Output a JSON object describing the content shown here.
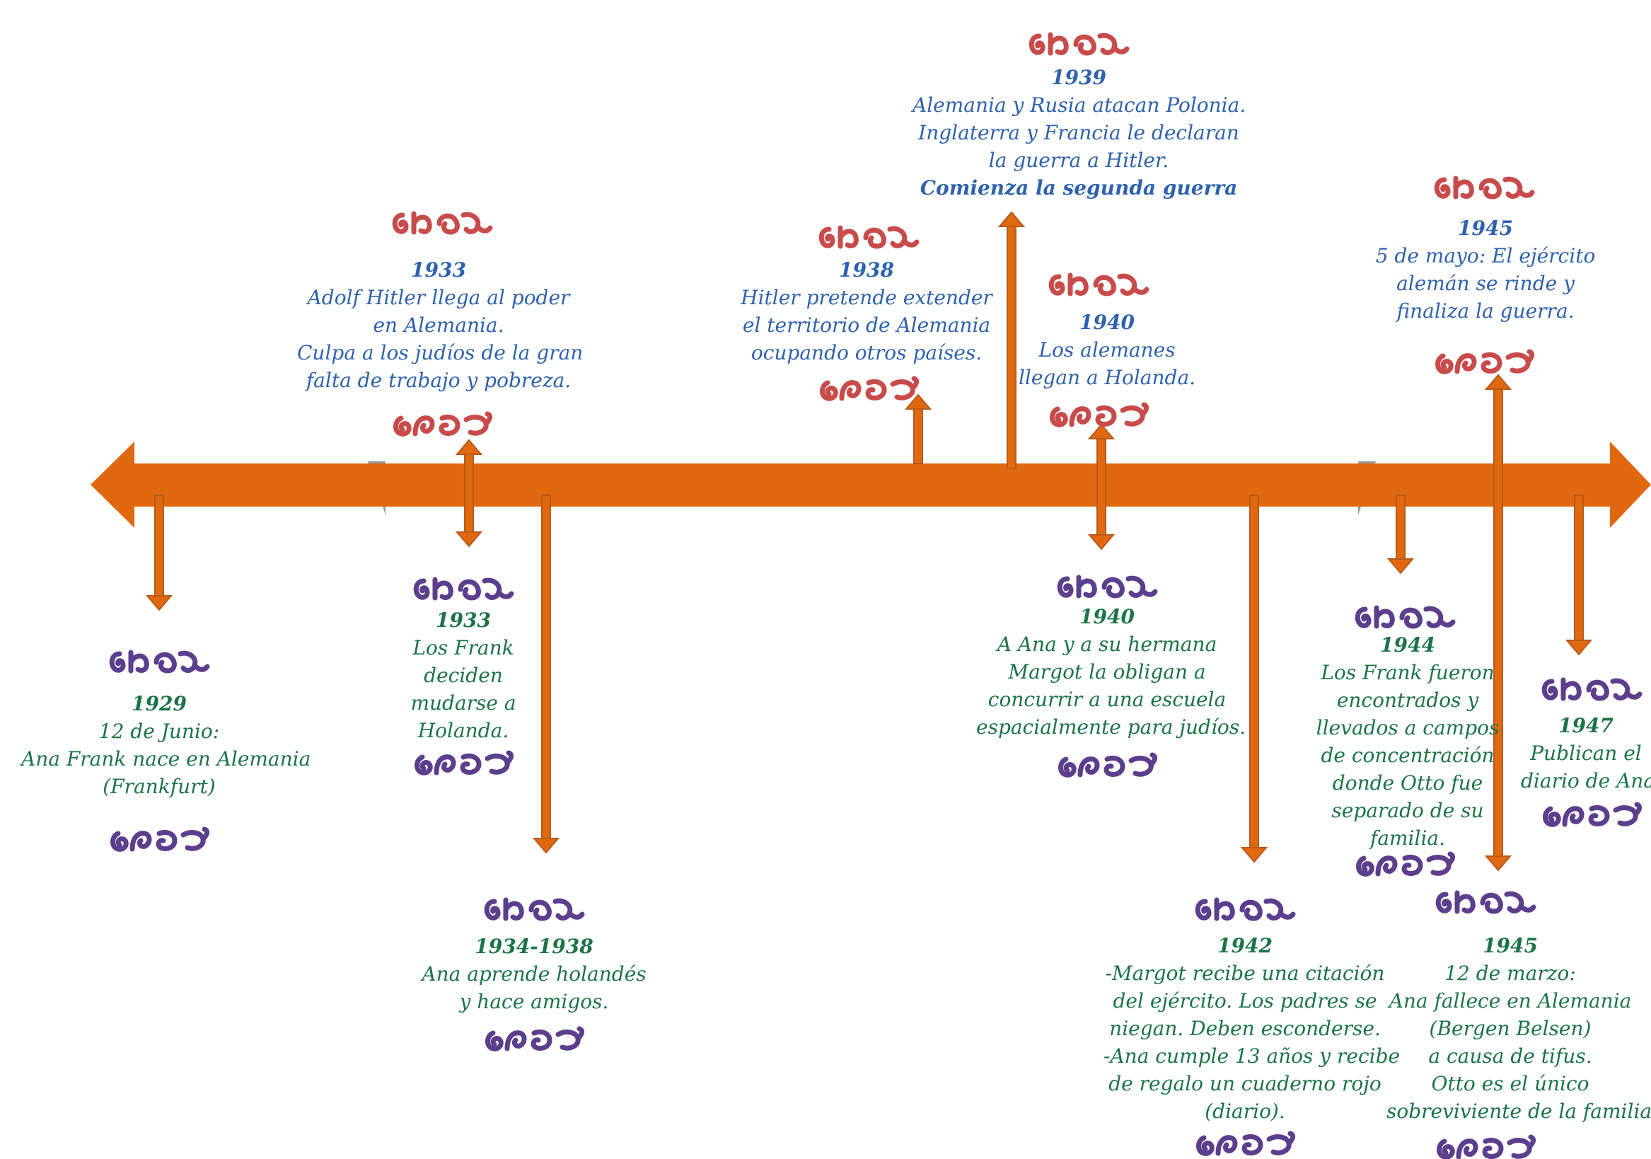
{
  "colors": {
    "axis": "#e0690f",
    "arrow_stroke": "#b85a1a",
    "top_text": "#2e62ad",
    "bottom_text": "#1c7447",
    "ornament_top": "#c84b4b",
    "ornament_bottom": "#5b3f8c",
    "axis_shadow": "#9a9a9a"
  },
  "ornaments": {
    "open_icon": "ornament-open-icon",
    "close_icon": "ornament-close-icon"
  },
  "events": [
    {
      "id": "1929",
      "side": "bottom",
      "year": "1929",
      "lines": [
        "12 de Junio:",
        "Ana Frank nace en Alemania",
        "(Frankfurt)"
      ]
    },
    {
      "id": "1933-bottom",
      "side": "bottom",
      "year": "1933",
      "lines": [
        "Los Frank",
        "deciden",
        "mudarse a",
        "Holanda."
      ]
    },
    {
      "id": "1934-1938",
      "side": "bottom",
      "year": "1934-1938",
      "lines": [
        "Ana aprende holandés",
        "y hace amigos."
      ]
    },
    {
      "id": "1933-top",
      "side": "top",
      "year": "1933",
      "lines": [
        "Adolf  Hitler llega al poder",
        "en Alemania.",
        "Culpa a los judíos de la gran",
        "falta de trabajo y pobreza."
      ]
    },
    {
      "id": "1938",
      "side": "top",
      "year": "1938",
      "lines": [
        "Hitler pretende extender",
        "el territorio de Alemania",
        "ocupando otros países."
      ]
    },
    {
      "id": "1939",
      "side": "top",
      "year": "1939",
      "lines": [
        "Alemania y Rusia atacan Polonia.",
        "Inglaterra y Francia le declaran",
        "la guerra a Hitler."
      ],
      "bold_line": "Comienza la segunda guerra"
    },
    {
      "id": "1940-top",
      "side": "top",
      "year": "1940",
      "lines": [
        "Los alemanes",
        "llegan a Holanda."
      ]
    },
    {
      "id": "1940-bottom",
      "side": "bottom",
      "year": "1940",
      "lines": [
        "A Ana y a su hermana",
        "Margot la obligan a",
        "concurrir a una escuela",
        "espacialmente para judíos."
      ]
    },
    {
      "id": "1942",
      "side": "bottom",
      "year": "1942",
      "lines": [
        "-Margot recibe una citación",
        "del ejército. Los padres se",
        "niegan. Deben esconderse.",
        "-Ana cumple 13 años y recibe",
        "de regalo un cuaderno rojo",
        "(diario)."
      ]
    },
    {
      "id": "1944",
      "side": "bottom",
      "year": "1944",
      "lines": [
        "Los Frank fueron",
        "encontrados y",
        "llevados a campos",
        "de concentración",
        "donde Otto fue",
        "separado de su",
        "familia."
      ]
    },
    {
      "id": "1945-top",
      "side": "top",
      "year": "1945",
      "lines": [
        "5 de mayo: El ejército",
        "alemán se rinde y",
        "finaliza la guerra."
      ]
    },
    {
      "id": "1945-bottom",
      "side": "bottom",
      "year": "1945",
      "lines": [
        "12 de marzo:",
        "Ana fallece en Alemania",
        "(Bergen Belsen)",
        "a causa de tifus.",
        "Otto  es el único",
        "sobreviviente de la familia."
      ]
    },
    {
      "id": "1947",
      "side": "bottom",
      "year": "1947",
      "lines": [
        "Publican el",
        "diario de Ana"
      ]
    }
  ]
}
